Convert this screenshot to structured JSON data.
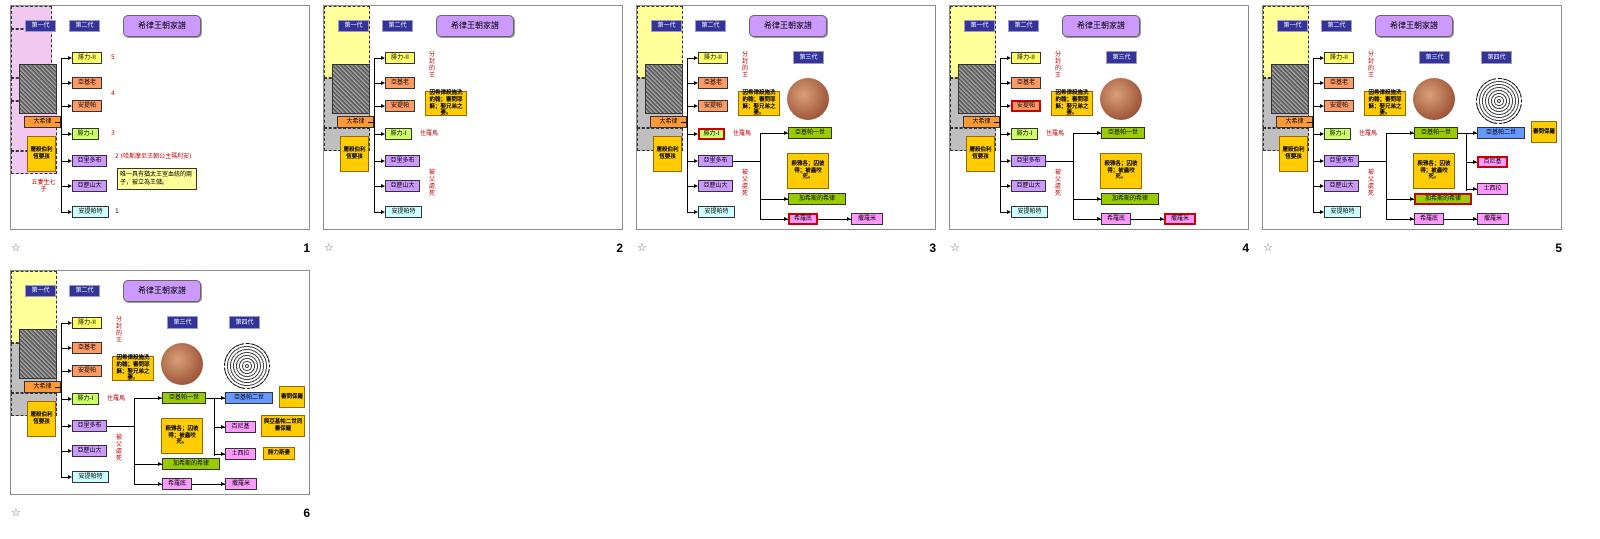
{
  "labels": {
    "title": "希律王朝家譜",
    "gen1": "第一代",
    "gen2": "第二代",
    "gen3": "第三代",
    "gen4": "第四代",
    "herod_great": "大希律",
    "massacre_note": "屠殺伯利恆嬰孩",
    "philip2": "腓力-II",
    "archelaus": "亞基老",
    "antipas": "安提帕",
    "philip1": "腓力-I",
    "aristobulus": "亞里多布",
    "alexander": "亞歷山大",
    "antipater": "安提帕特",
    "agrippa1": "亞基帕一世",
    "herod_chalcis": "加希斯的希律",
    "herodias": "希羅底",
    "salome": "撒羅米",
    "agrippa2": "亞基帕二世",
    "bernice": "百尼基",
    "drusilla": "土西拉"
  },
  "slide1": {
    "mark5": "5",
    "mark4": "4",
    "mark3": "3",
    "mark2": "2 (哈斯摩尼王朝公主瑪利安)",
    "mark1": "1",
    "heir_note": "唯一具有猶太王室血統的兩子，被立為王儲。",
    "wives_note": "五妻生七子"
  },
  "notes": {
    "tetrarchs": "分封的王",
    "antipas_note": "因希律殺施洗約翰；審問耶穌；娶兄弟之妻。",
    "rome": "住羅馬",
    "executed": "被父處死",
    "agrippa1_note": "殺雅各；囚彼得；被蟲咬死。",
    "agrippa2_note": "審問保羅",
    "bernice_note": "與亞基帕二世同審保羅",
    "drusilla_note": "腓力斯妻"
  },
  "slides": [
    {
      "number": "1",
      "variant": 1,
      "highlights": []
    },
    {
      "number": "2",
      "variant": 2,
      "highlights": []
    },
    {
      "number": "3",
      "variant": 3,
      "highlights": [
        "philip1",
        "herodias"
      ]
    },
    {
      "number": "4",
      "variant": 3,
      "highlights": [
        "antipas",
        "salome"
      ]
    },
    {
      "number": "5",
      "variant": 4,
      "highlights": [
        "bernice",
        "herod_chalcis"
      ]
    },
    {
      "number": "6",
      "variant": 5,
      "highlights": []
    }
  ],
  "icons": {
    "transition": "slide-transition-icon"
  }
}
